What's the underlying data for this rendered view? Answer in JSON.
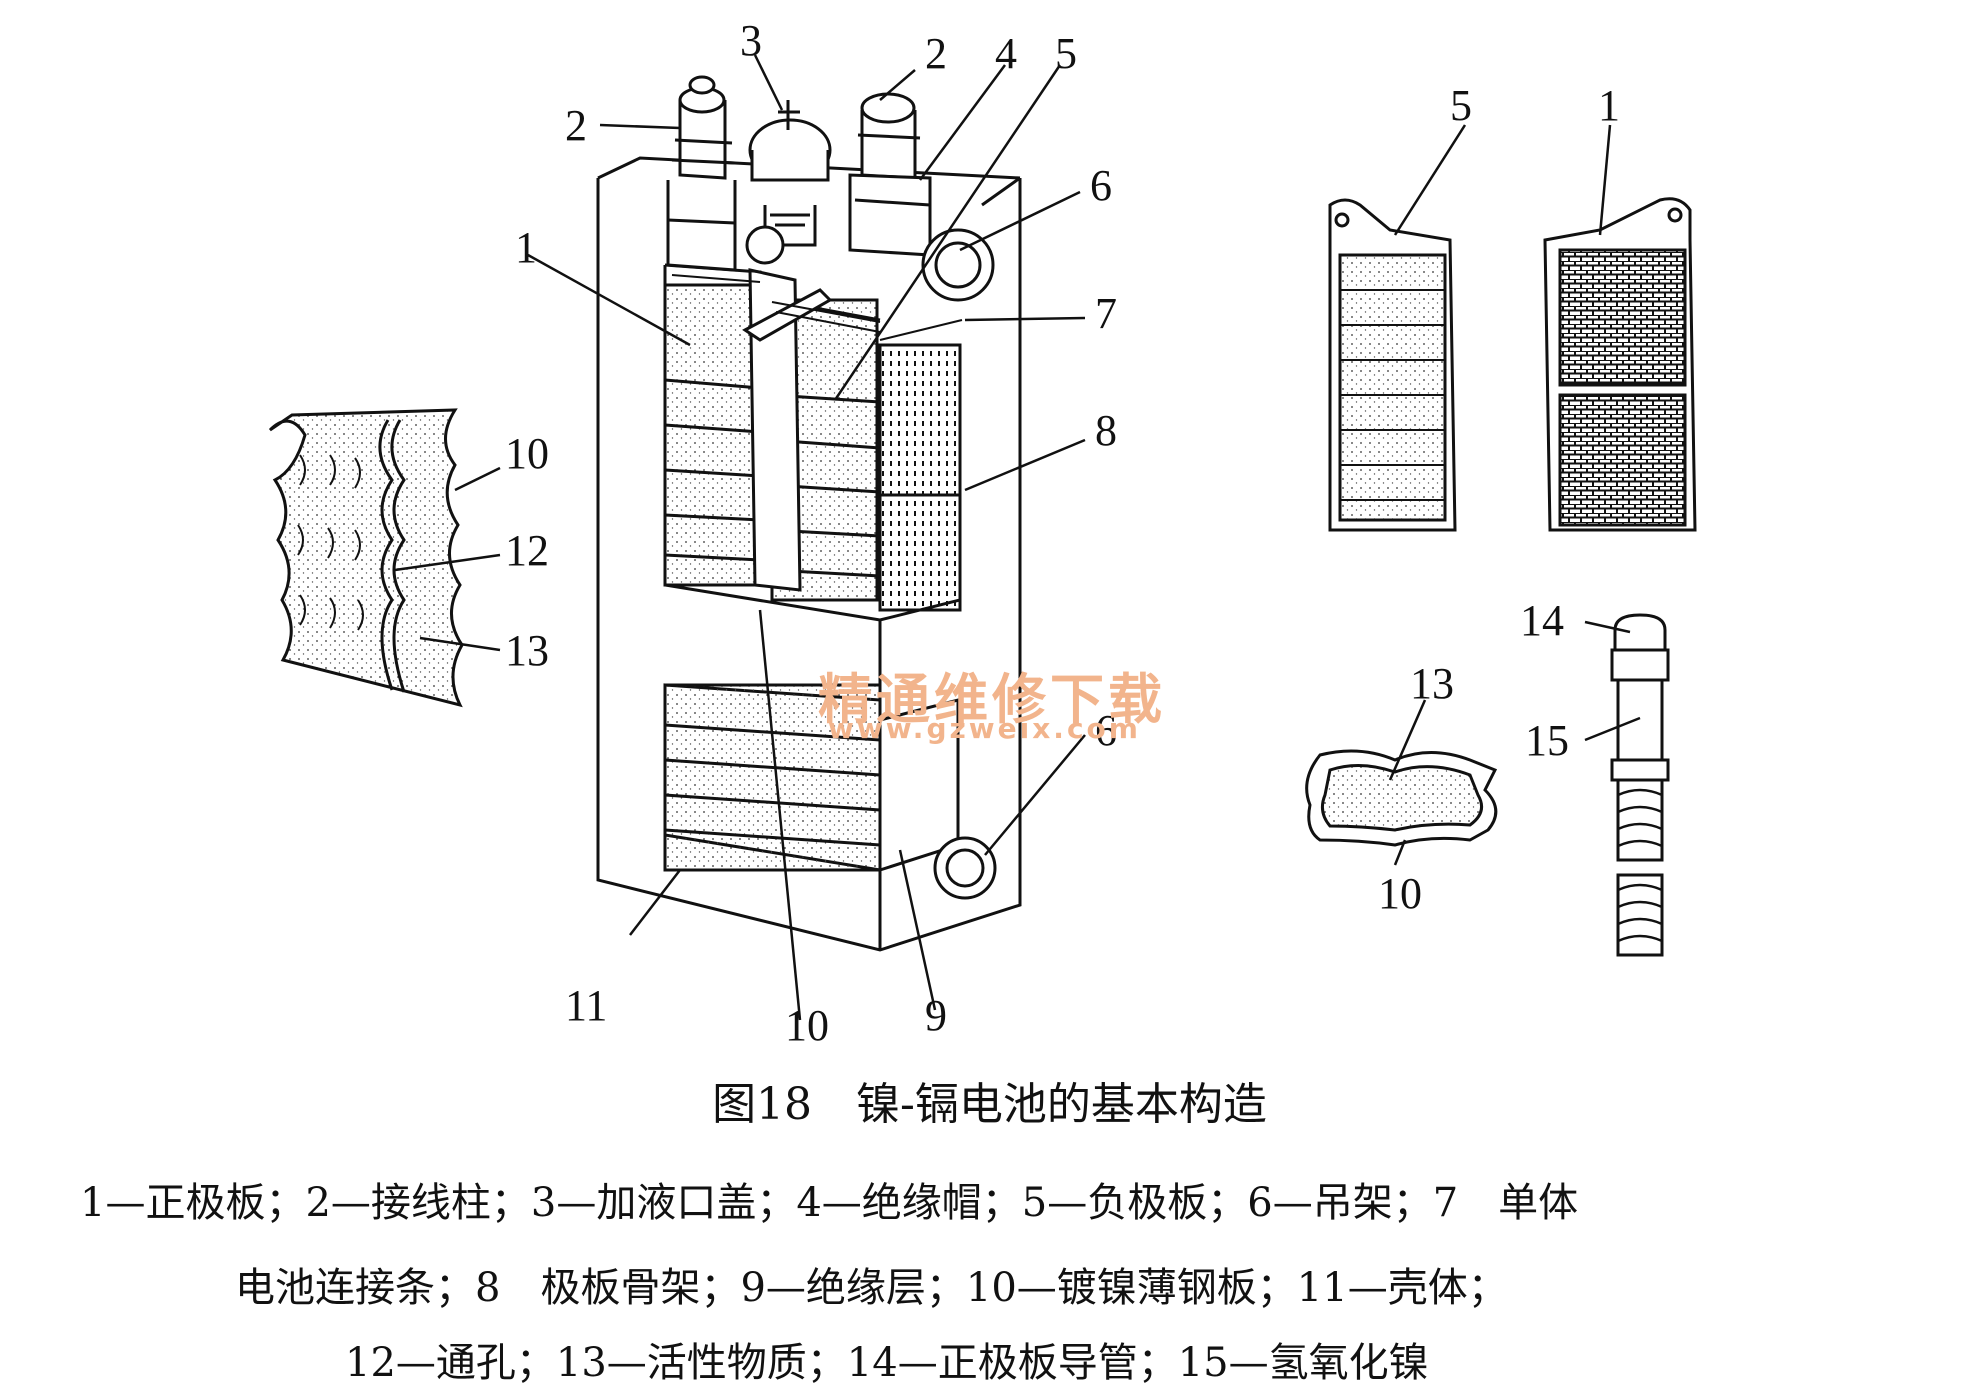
{
  "figure": {
    "title": "图18　镍-镉电池的基本构造",
    "legend_lines": [
      "1—正极板；2—接线柱；3—加液口盖；4—绝缘帽；5—负极板；6—吊架；7　单体",
      "电池连接条；8　极板骨架；9—绝缘层；10—镀镍薄钢板；11—壳体；",
      "12—通孔；13—活性物质；14—正极板导管；15—氢氧化镍"
    ]
  },
  "labels": {
    "main": {
      "n1": "1",
      "n2a": "2",
      "n2b": "2",
      "n3": "3",
      "n4": "4",
      "n5": "5",
      "n6a": "6",
      "n6b": "6",
      "n7": "7",
      "n8": "8",
      "n9": "9",
      "n10": "10",
      "n11": "11"
    },
    "detail_left": {
      "n10": "10",
      "n12": "12",
      "n13": "13"
    },
    "plates": {
      "n5": "5",
      "n1": "1"
    },
    "detail_bottom": {
      "n13": "13",
      "n10": "10",
      "n14": "14",
      "n15": "15"
    }
  },
  "watermark": {
    "text": "精通维修下载",
    "url": "www.gzweix.com"
  }
}
